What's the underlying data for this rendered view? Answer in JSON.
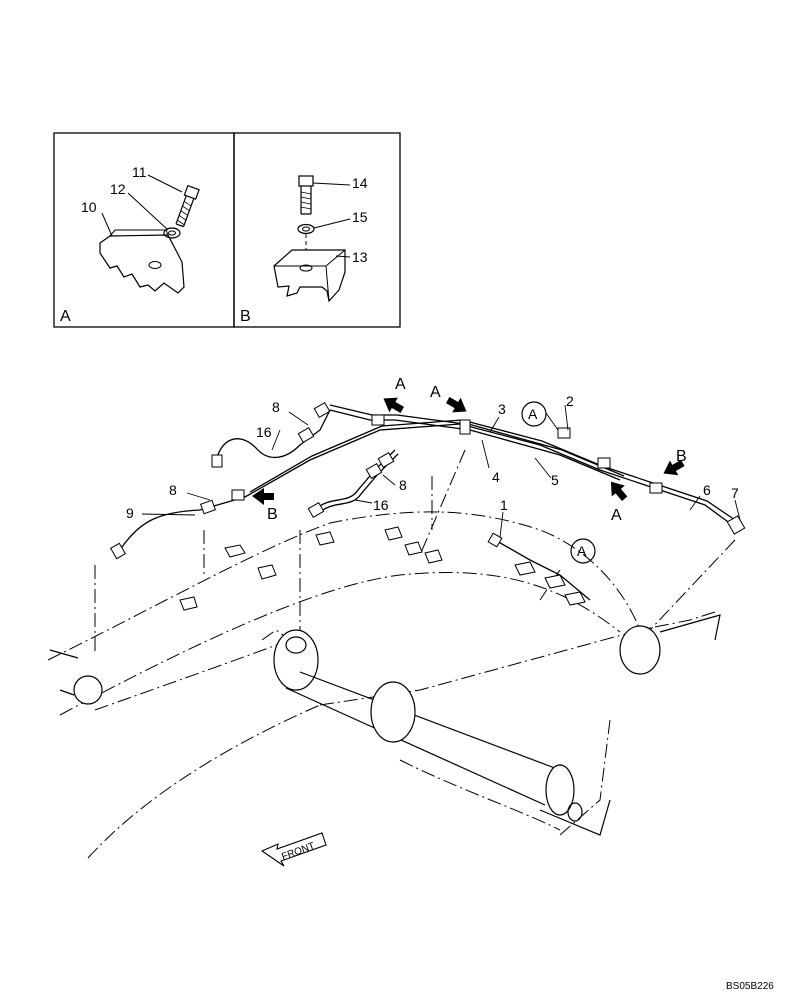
{
  "detail_a": {
    "letter": "A",
    "callouts": [
      "10",
      "11",
      "12"
    ]
  },
  "detail_b": {
    "letter": "B",
    "callouts": [
      "13",
      "14",
      "15"
    ]
  },
  "main": {
    "callouts": {
      "c1": "1",
      "c2": "2",
      "c3": "3",
      "c4": "4",
      "c5": "5",
      "c6": "6",
      "c7": "7",
      "c8a": "8",
      "c8b": "8",
      "c8c": "8",
      "c9": "9",
      "c16a": "16",
      "c16b": "16"
    },
    "view_letters": {
      "a1": "A",
      "a2": "A",
      "a3": "A",
      "b1": "B",
      "b2": "B"
    },
    "circle_a1": "A",
    "circle_a2": "A",
    "front_label": "FRONT"
  },
  "footer": {
    "code": "BS05B226"
  }
}
